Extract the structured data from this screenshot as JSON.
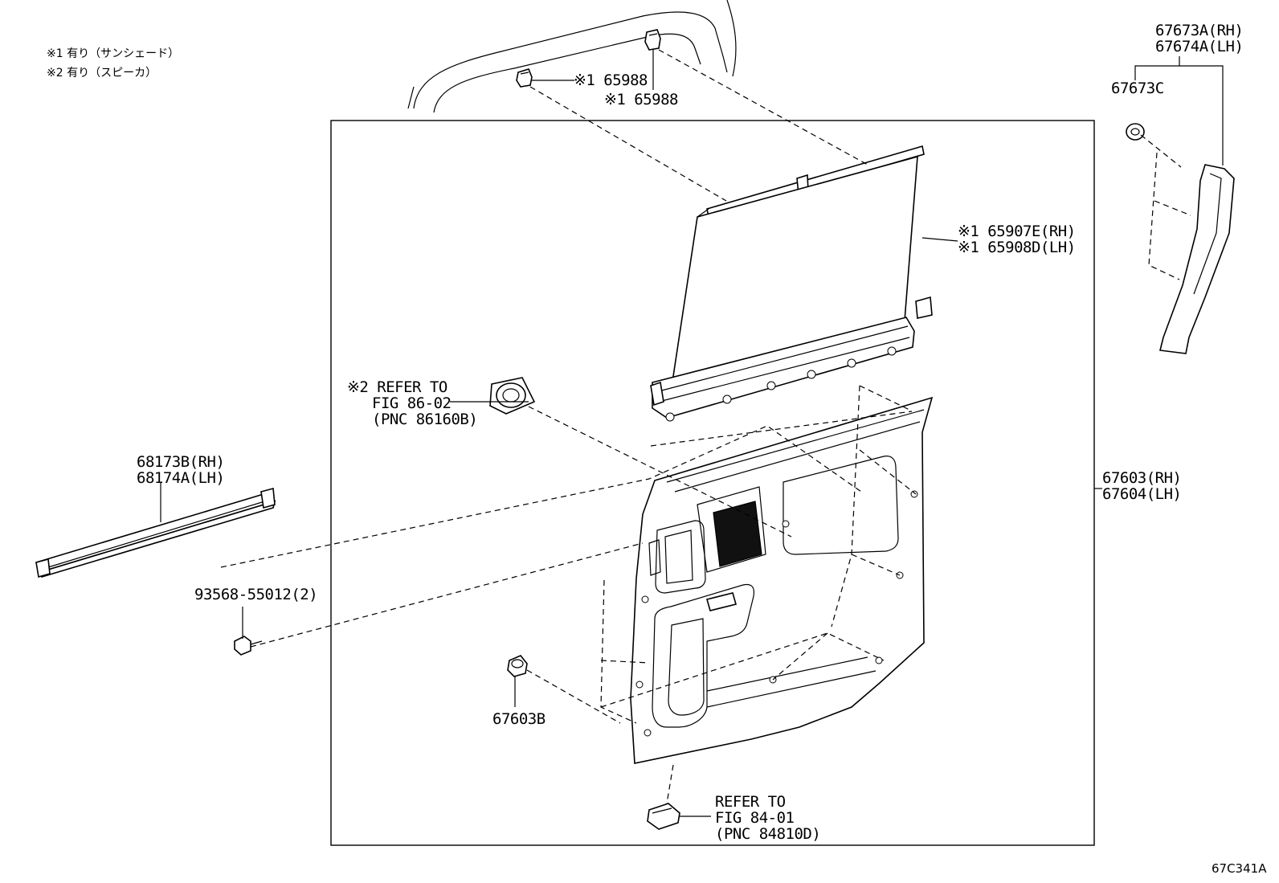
{
  "notes": [
    "※1 有り（サンシェード）",
    "※2 有り（スピーカ）"
  ],
  "labels": {
    "clip_a": "※1 65988",
    "clip_b": "※1 65988",
    "sunshade_rh": "※1 65907E(RH)",
    "sunshade_lh": "※1 65908D(LH)",
    "speaker_line1": "※2 REFER TO",
    "speaker_line2": "FIG 86-02",
    "speaker_line3": "(PNC 86160B)",
    "weatherstrip_rh": "68173B(RH)",
    "weatherstrip_lh": "68174A(LH)",
    "screw": "93568-55012(2)",
    "clip_67603b": "67603B",
    "switch_line1": "REFER TO",
    "switch_line2": "FIG 84-01",
    "switch_line3": "(PNC 84810D)",
    "panel_rh": "67603(RH)",
    "panel_lh": "67604(LH)",
    "garnish_rh": "67673A(RH)",
    "garnish_lh": "67674A(LH)",
    "garnish_clip": "67673C"
  },
  "figure_code": "67C341A"
}
